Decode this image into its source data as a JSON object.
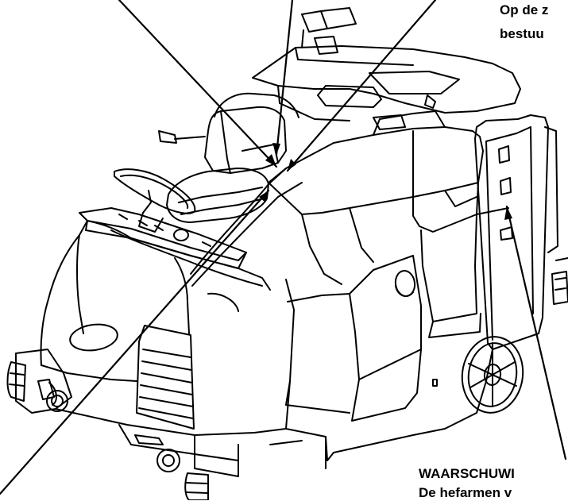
{
  "labels": {
    "top_right_line1": "Op de z",
    "top_right_line2": "bestuu",
    "bottom_right_line1": "WAARSCHUWI",
    "bottom_right_line2": "De hefarmen v"
  },
  "colors": {
    "ink": "#000000",
    "paper": "#ffffff"
  }
}
